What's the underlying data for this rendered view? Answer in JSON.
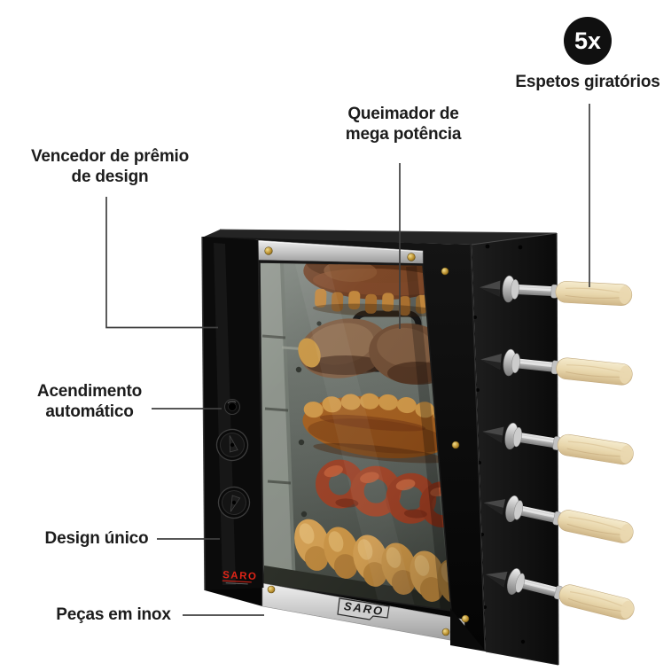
{
  "callouts": {
    "skewers": {
      "badge": "5x",
      "label": "Espetos giratórios"
    },
    "burner": {
      "lines": [
        "Queimador de",
        "mega potência"
      ]
    },
    "award": {
      "lines": [
        "Vencedor de prêmio",
        "de design"
      ]
    },
    "ignition": {
      "lines": [
        "Acendimento",
        "automático"
      ]
    },
    "unique_design": {
      "label": "Design único"
    },
    "inox": {
      "label": "Peças em inox"
    }
  },
  "product": {
    "brand_logo": "SARO",
    "brand_plate": "SARO",
    "skewer_count": 5
  },
  "colors": {
    "label_text": "#1c1c1c",
    "badge_bg": "#101010",
    "badge_text": "#ffffff",
    "cabinet_black": "#0c0c0c",
    "steel": "#c6c6c6",
    "brand_red": "#e02417",
    "wood_handle": "#ecdcb4",
    "interior_grey_green": "#6d746c"
  }
}
